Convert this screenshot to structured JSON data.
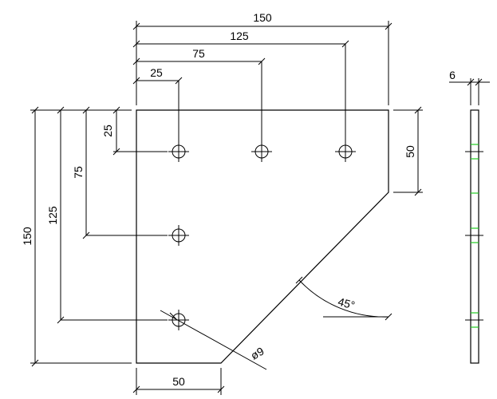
{
  "plate_view": {
    "dimensions": {
      "overall_width": "150",
      "hole3_x": "125",
      "hole2_x": "75",
      "hole1_x": "25",
      "overall_height": "150",
      "hole5_y": "125",
      "hole4_y": "75",
      "hole_row_y": "25",
      "right_edge_height": "50",
      "bottom_edge_width": "50",
      "chamfer_angle": "45°",
      "hole_diameter": "ø9"
    }
  },
  "side_view": {
    "thickness": "6"
  },
  "colors": {
    "line": "#000000",
    "hole_marker": "#22cc22",
    "background": "#ffffff"
  }
}
